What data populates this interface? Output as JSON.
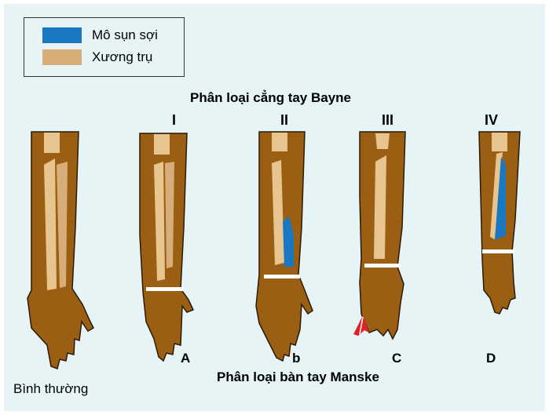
{
  "colors": {
    "background": "#e6f4f6",
    "skin": "#9a5f12",
    "skin_outline": "#2a1a08",
    "bone": "#e8c58f",
    "fibrocartilage": "#1a78c2",
    "band": "#ffffff",
    "arrow": "#e0232b"
  },
  "legend": {
    "items": [
      {
        "label": "Mô sụn sợi",
        "color": "#1a78c2"
      },
      {
        "label": "Xương trụ",
        "color": "#d7ad79"
      }
    ]
  },
  "titles": {
    "bayne": "Phân loại cẳng tay Bayne",
    "manske": "Phân loại bàn tay Manske"
  },
  "bayne_types": [
    "I",
    "II",
    "III",
    "IV"
  ],
  "manske_types": [
    "A",
    "b",
    "C",
    "D"
  ],
  "normal_label": "Bình thường",
  "icons": [
    "arm-illustration",
    "arrow-icon"
  ]
}
